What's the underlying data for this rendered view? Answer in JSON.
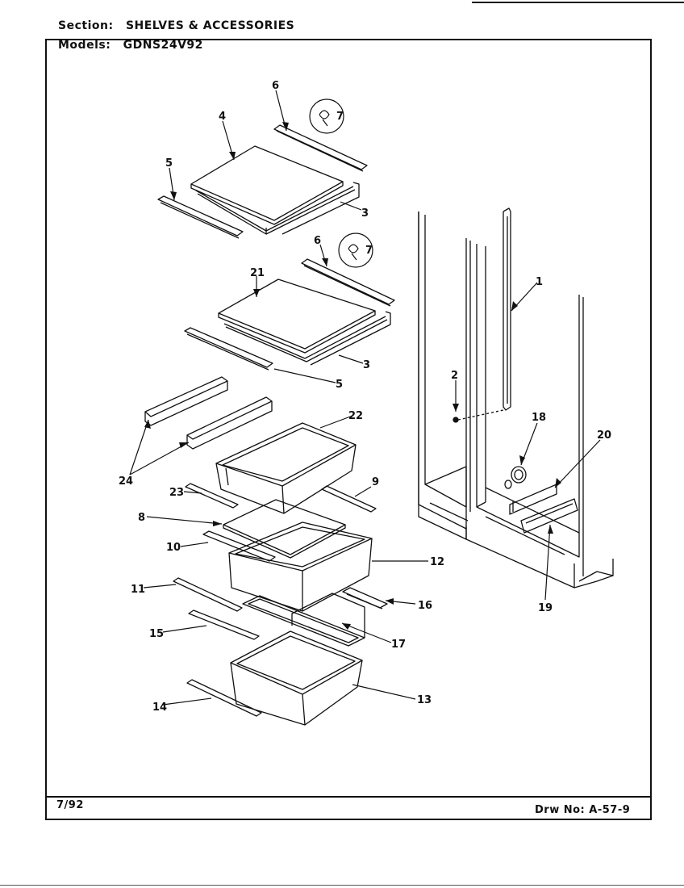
{
  "header": {
    "section_label": "Section:",
    "section_value": "SHELVES & ACCESSORIES",
    "models_label": "Models:",
    "models_value": "GDNS24V92"
  },
  "footer": {
    "date": "7/92",
    "drawing_no": "Drw No: A-57-9"
  },
  "callouts": [
    "6",
    "7",
    "4",
    "5",
    "3",
    "6",
    "7",
    "21",
    "3",
    "5",
    "1",
    "2",
    "22",
    "18",
    "20",
    "24",
    "9",
    "23",
    "8",
    "10",
    "12",
    "11",
    "16",
    "19",
    "15",
    "17",
    "13",
    "14"
  ]
}
